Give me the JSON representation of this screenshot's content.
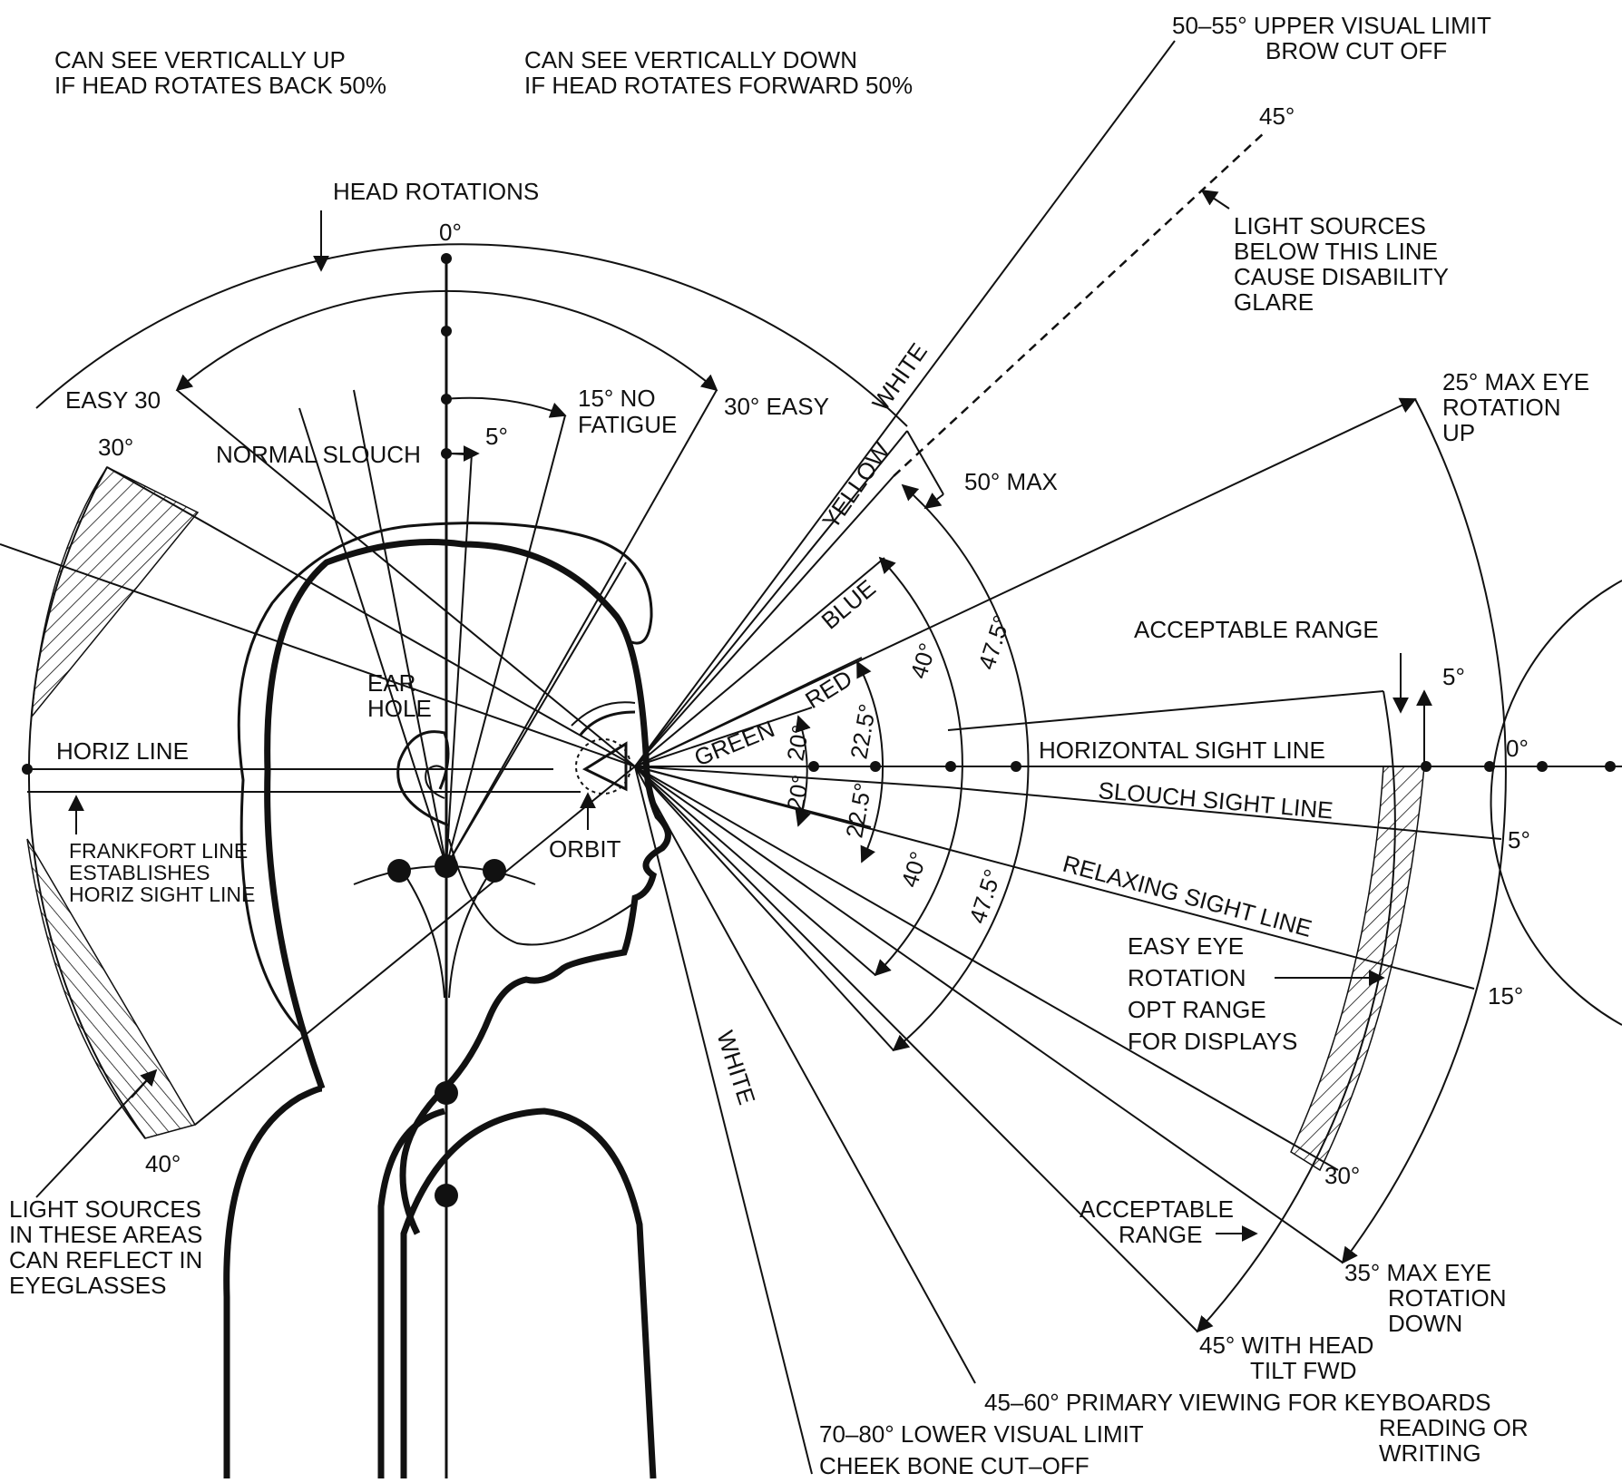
{
  "labels": {
    "vert_up_1": "CAN SEE VERTICALLY UP",
    "vert_up_2": "IF HEAD ROTATES BACK 50%",
    "vert_down_1": "CAN SEE VERTICALLY DOWN",
    "vert_down_2": "IF HEAD ROTATES FORWARD 50%",
    "upper_limit_1": "50–55° UPPER VISUAL LIMIT",
    "upper_limit_2": "BROW CUT OFF",
    "deg_45_top": "45°",
    "glare_1": "LIGHT SOURCES",
    "glare_2": "BELOW THIS LINE",
    "glare_3": "CAUSE DISABILITY",
    "glare_4": "GLARE",
    "head_rotations": "HEAD ROTATIONS",
    "deg_0_top": "0°",
    "easy30_left": "EASY 30",
    "no_fatigue_1": "15° NO",
    "no_fatigue_2": "FATIGUE",
    "easy30_right": "30° EASY",
    "white_upper": "WHITE",
    "yellow": "YELLOW",
    "max50": "50° MAX",
    "max_up_1": "25° MAX EYE",
    "max_up_2": "ROTATION",
    "max_up_3": "UP",
    "deg_30_left": "30°",
    "normal_slouch": "NORMAL SLOUCH",
    "deg_5_head": "5°",
    "blue": "BLUE",
    "deg_40_up": "40°",
    "deg_47_up": "47.5°",
    "acceptable_top": "ACCEPTABLE RANGE",
    "deg_5_up": "5°",
    "ear_1": "EAR",
    "ear_2": "HOLE",
    "red": "RED",
    "green": "GREEN",
    "deg_20_up": "20°",
    "deg_22_up": "22.5°",
    "horiz_line": "HORIZ LINE",
    "horizontal_sight": "HORIZONTAL SIGHT LINE",
    "deg_0_right": "0°",
    "deg_20_down": "20°",
    "deg_22_down": "22.5°",
    "slouch_sight": "SLOUCH SIGHT LINE",
    "deg_5_down": "5°",
    "frankfort_1": "FRANKFORT LINE",
    "frankfort_2": "ESTABLISHES",
    "frankfort_3": "HORIZ SIGHT LINE",
    "orbit": "ORBIT",
    "deg_40_down": "40°",
    "deg_47_down": "47.5°",
    "relaxing_sight": "RELAXING SIGHT LINE",
    "easy_eye_1": "EASY EYE",
    "easy_eye_2": "ROTATION",
    "easy_eye_3": "OPT RANGE",
    "easy_eye_4": "FOR DISPLAYS",
    "deg_15": "15°",
    "white_lower": "WHITE",
    "deg_40_left": "40°",
    "deg_30_down": "30°",
    "reflect_1": "LIGHT SOURCES",
    "reflect_2": "IN THESE AREAS",
    "reflect_3": "CAN REFLECT IN",
    "reflect_4": "EYEGLASSES",
    "acceptable_low_1": "ACCEPTABLE",
    "acceptable_low_2": "RANGE",
    "max_down_1": "35° MAX EYE",
    "max_down_2": "ROTATION",
    "max_down_3": "DOWN",
    "head_tilt_1": "45° WITH HEAD",
    "head_tilt_2": "TILT FWD",
    "primary_1": "45–60° PRIMARY VIEWING FOR KEYBOARDS",
    "primary_2": "READING OR",
    "primary_3": "WRITING",
    "lower_limit_1": "70–80° LOWER VISUAL LIMIT",
    "lower_limit_2": "CHEEK BONE CUT–OFF"
  }
}
